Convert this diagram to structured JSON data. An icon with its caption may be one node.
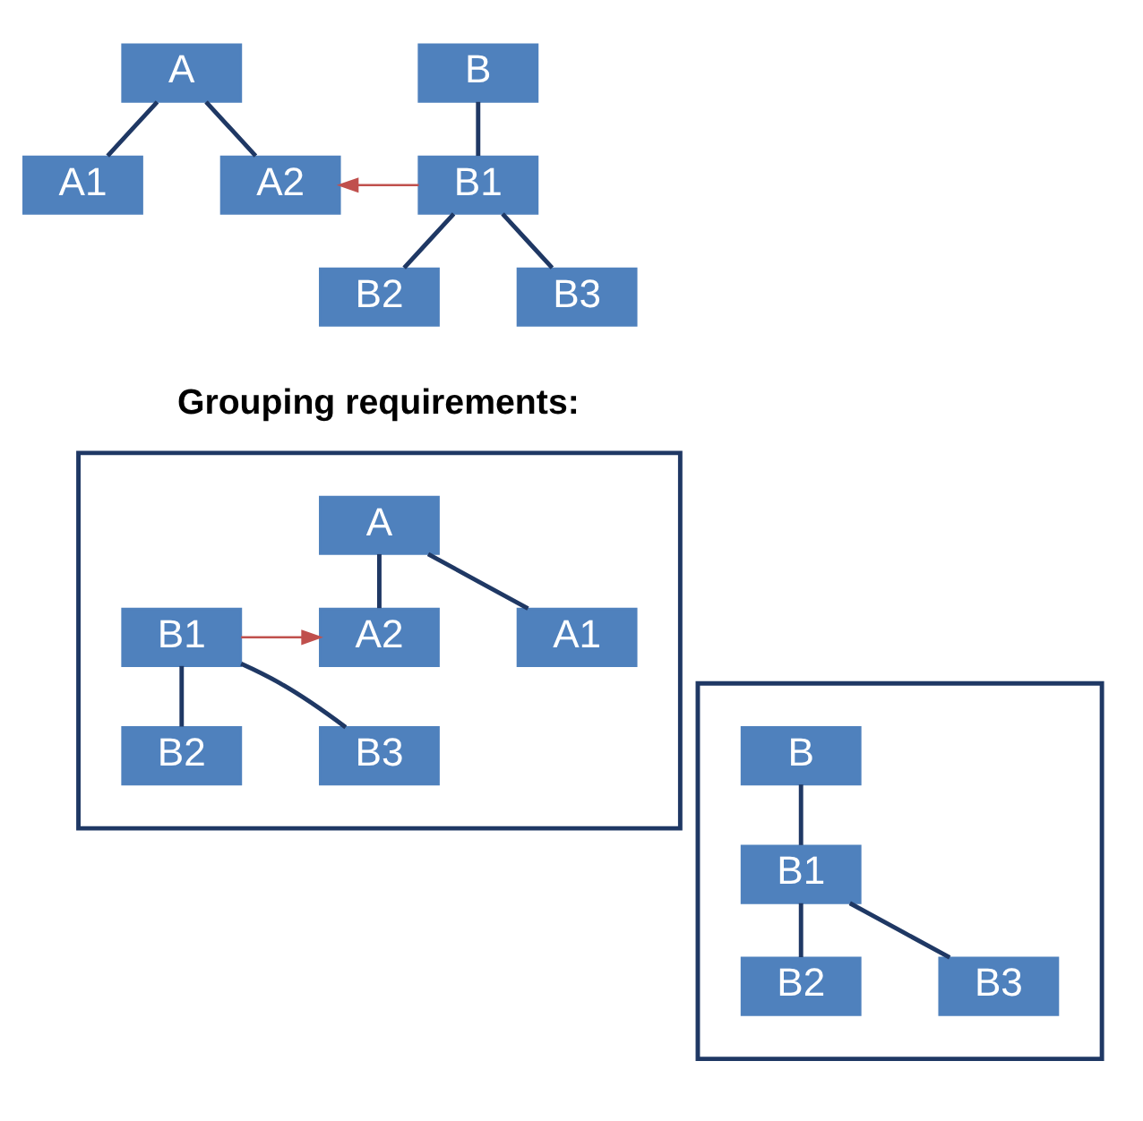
{
  "diagram": {
    "nodes": [
      {
        "text": [
          "A"
        ]
      },
      {
        "text": [
          "A1"
        ]
      },
      {
        "text": [
          "A2"
        ]
      },
      {
        "text": [
          "B"
        ]
      },
      {
        "text": [
          "B1"
        ]
      },
      {
        "text": [
          "B2"
        ]
      },
      {
        "text": [
          "B3"
        ]
      },
      {
        "text": [],
        "shape": "box"
      },
      {
        "text": [
          "A"
        ],
        "in": 7
      },
      {
        "text": [
          "A1"
        ],
        "in": 7
      },
      {
        "text": [
          "A2"
        ],
        "in": 7
      },
      {
        "text": [
          "B1"
        ],
        "in": 7
      },
      {
        "text": [
          "B2"
        ],
        "in": 7
      },
      {
        "text": [
          "B3"
        ],
        "in": 7
      },
      {
        "text": [],
        "shape": "box"
      },
      {
        "text": [
          "B"
        ],
        "in": 14
      },
      {
        "text": [
          "B1"
        ],
        "in": 14
      },
      {
        "text": [
          "B2"
        ],
        "in": 14
      },
      {
        "text": [
          "B3"
        ],
        "in": 14
      }
    ],
    "edges": [
      {
        "from": 0,
        "to": 1,
        "arrow": "none"
      },
      {
        "from": 0,
        "to": 2,
        "arrow": "none"
      },
      {
        "from": 3,
        "to": 4,
        "arrow": "none"
      },
      {
        "from": 4,
        "to": 5,
        "arrow": "none"
      },
      {
        "from": 4,
        "to": 6,
        "arrow": "none"
      },
      {
        "from": 4,
        "to": 2,
        "arrow": "to",
        "color": "#c0504d"
      },
      {
        "from": 8,
        "to": 9,
        "arrow": "none"
      },
      {
        "from": 8,
        "to": 10,
        "arrow": "none"
      },
      {
        "from": 11,
        "to": 12,
        "arrow": "none"
      },
      {
        "from": 11,
        "to": 13,
        "arrow": "none"
      },
      {
        "from": 11,
        "to": 10,
        "arrow": "to",
        "color": "#c0504d"
      },
      {
        "from": 15,
        "to": 16,
        "arrow": "none"
      },
      {
        "from": 16,
        "to": 17,
        "arrow": "none"
      },
      {
        "from": 16,
        "to": 18,
        "arrow": "none"
      }
    ],
    "labels": [
      "Grouping requirements:"
    ]
  }
}
